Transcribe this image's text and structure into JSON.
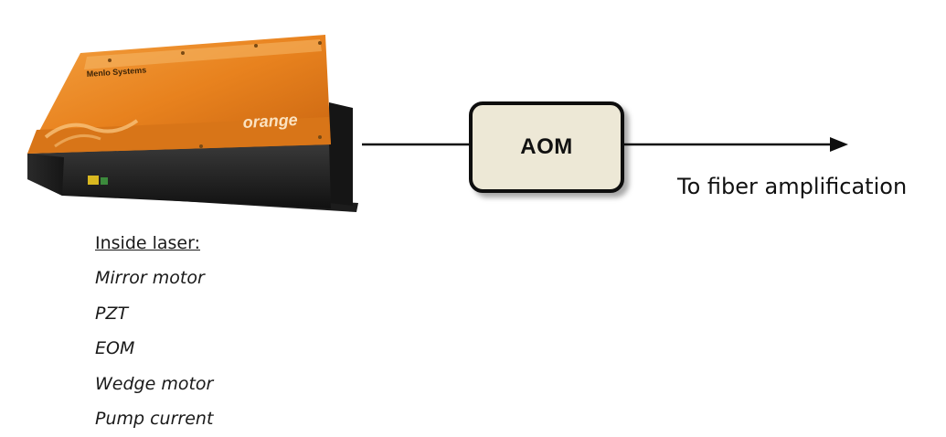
{
  "laser": {
    "brand_text": "Menlo Systems",
    "model_text": "orange"
  },
  "aom": {
    "label": "AOM"
  },
  "output": {
    "label": "To fiber amplification"
  },
  "inside": {
    "heading": "Inside laser:",
    "items": [
      "Mirror motor",
      "PZT",
      "EOM",
      "Wedge motor",
      "Pump current"
    ]
  },
  "colors": {
    "laser_orange": "#e8821e",
    "aom_fill": "#ede8d6",
    "line": "#0e0e0e"
  }
}
